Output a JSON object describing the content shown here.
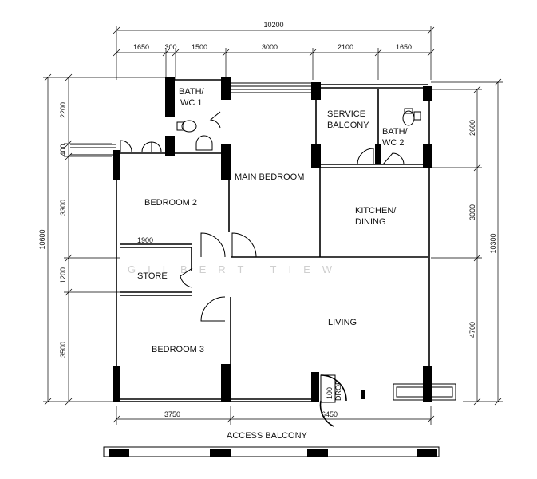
{
  "rooms": {
    "bath_wc1": [
      "BATH/",
      "WC 1"
    ],
    "service_balcony": [
      "SERVICE",
      "BALCONY"
    ],
    "bath_wc2": [
      "BATH/",
      "WC 2"
    ],
    "main_bedroom": "MAIN BEDROOM",
    "bedroom2": "BEDROOM 2",
    "kitchen_dining": [
      "KITCHEN/",
      "DINING"
    ],
    "store": "STORE",
    "living": "LIVING",
    "bedroom3": "BEDROOM 3",
    "access_balcony": "ACCESS BALCONY",
    "refuse_chute": [
      "100",
      "DROP"
    ]
  },
  "dimensions": {
    "overall_width": "10200",
    "top_segments": [
      "1650",
      "300",
      "1500",
      "3000",
      "2100",
      "1650"
    ],
    "left_overall": "10600",
    "left_segments": [
      "2200",
      "400",
      "3300",
      "1200",
      "3500"
    ],
    "right_overall": "10300",
    "right_segments": [
      "2600",
      "3000",
      "4700"
    ],
    "store_width": "1900",
    "bottom_segments": [
      "3750",
      "6450"
    ]
  },
  "watermark": "GILBERT TIEW"
}
